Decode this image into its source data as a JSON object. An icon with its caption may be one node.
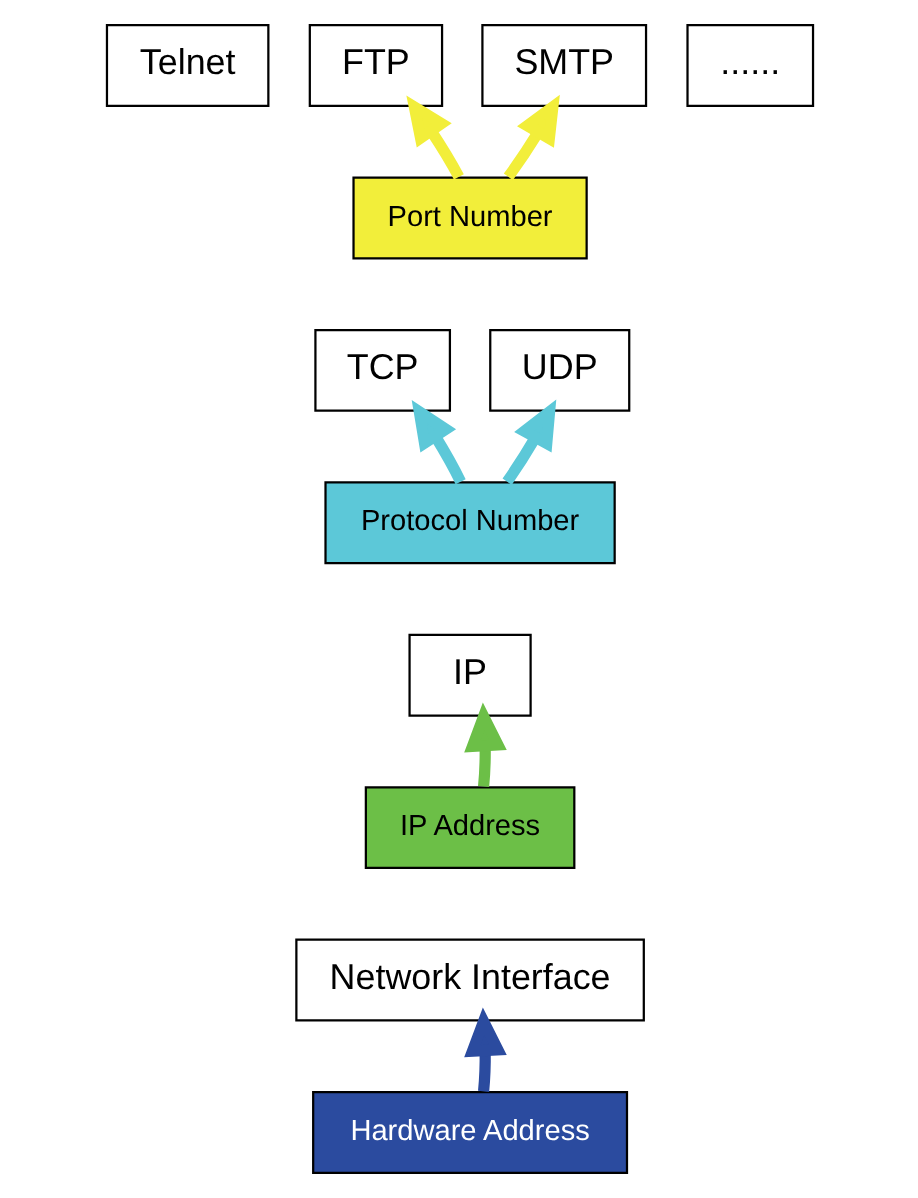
{
  "diagram": {
    "nodes": [
      {
        "text": [
          "Telnet"
        ]
      },
      {
        "text": [
          "FTP"
        ]
      },
      {
        "text": [
          "SMTP"
        ]
      },
      {
        "text": [
          "......"
        ]
      },
      {
        "text": [
          "Port Number"
        ]
      },
      {
        "text": [
          "TCP"
        ]
      },
      {
        "text": [
          "UDP"
        ]
      },
      {
        "text": [
          "Protocol Number"
        ]
      },
      {
        "text": [
          "IP"
        ]
      },
      {
        "text": [
          "IP Address"
        ]
      },
      {
        "text": [
          "Network Interface"
        ]
      },
      {
        "text": [
          "Hardware Address"
        ]
      }
    ],
    "edges": [
      {
        "from": 4,
        "to": 1,
        "arrow": "to",
        "color": "#f2ee3a"
      },
      {
        "from": 4,
        "to": 2,
        "arrow": "to",
        "color": "#f2ee3a"
      },
      {
        "from": 7,
        "to": 5,
        "arrow": "to",
        "color": "#5cc8d8"
      },
      {
        "from": 7,
        "to": 6,
        "arrow": "to",
        "color": "#5cc8d8"
      },
      {
        "from": 9,
        "to": 8,
        "arrow": "to",
        "color": "#6cbf47"
      },
      {
        "from": 11,
        "to": 10,
        "arrow": "to",
        "color": "#2b4b9f"
      }
    ]
  }
}
